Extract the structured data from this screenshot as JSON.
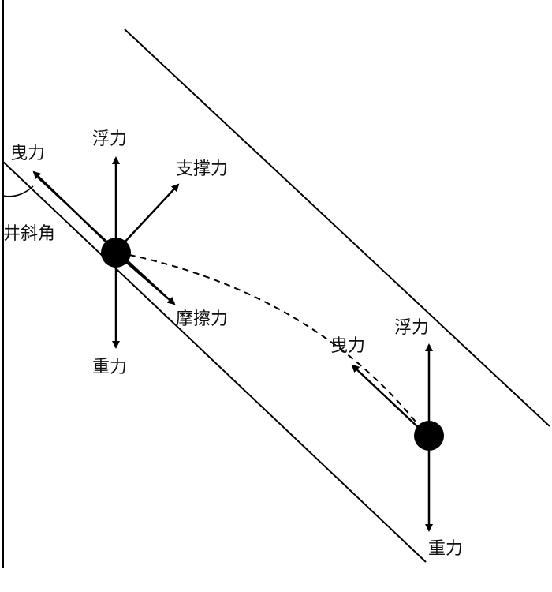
{
  "diagram": {
    "labels": {
      "left_drag": "曳力",
      "left_buoyancy": "浮力",
      "support": "支撑力",
      "inclination": "井斜角",
      "friction": "摩擦力",
      "left_gravity": "重力",
      "right_drag": "曳力",
      "right_buoyancy": "浮力",
      "right_gravity": "重力"
    },
    "colors": {
      "line": "#000000",
      "text": "#111111",
      "background": "#ffffff"
    }
  }
}
